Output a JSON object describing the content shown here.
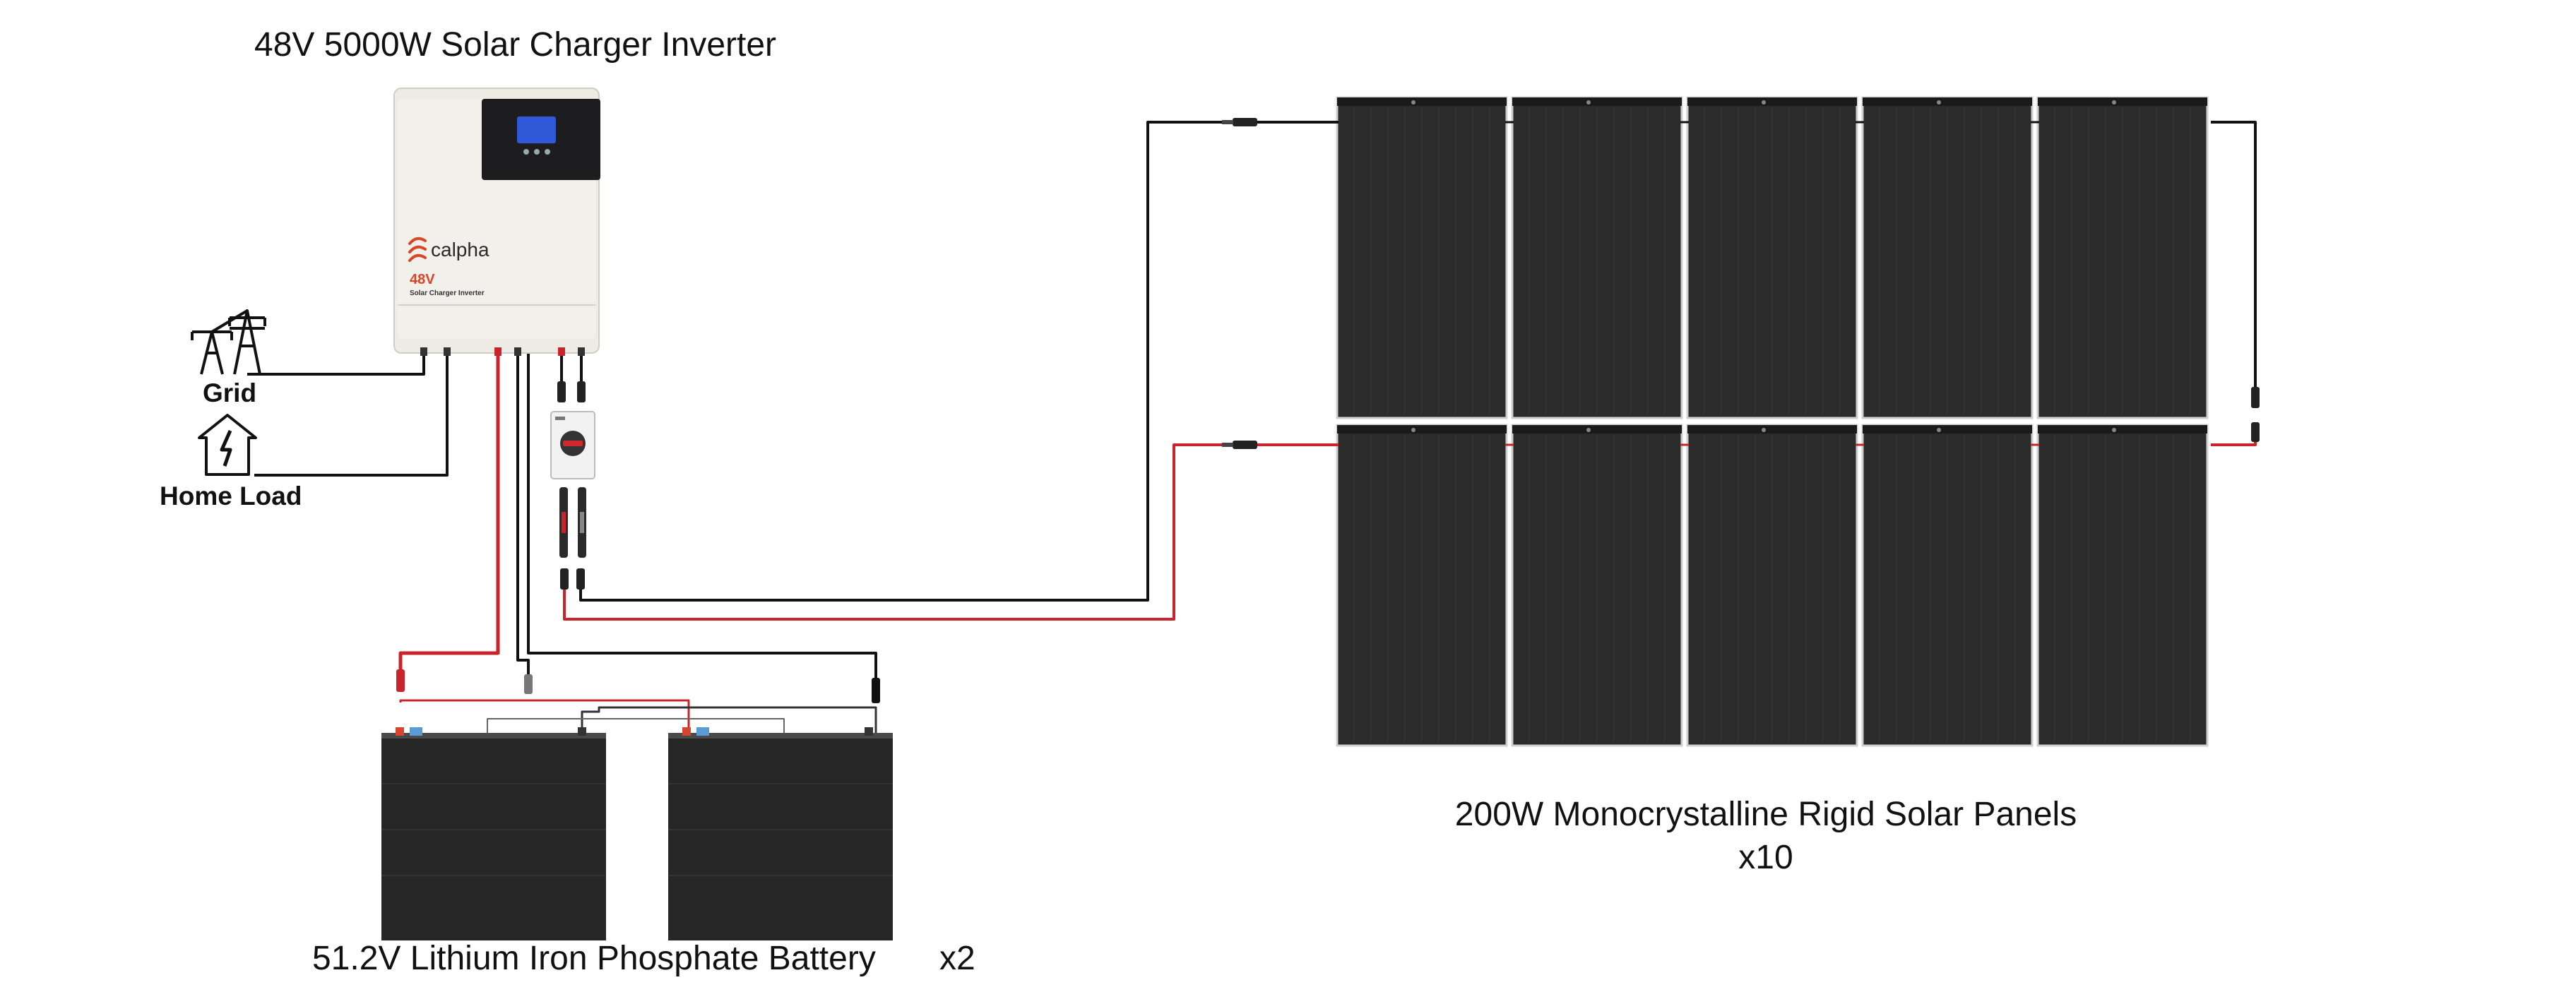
{
  "labels": {
    "inverter_title": "48V 5000W Solar Charger Inverter",
    "grid": "Grid",
    "home_load": "Home Load",
    "battery_caption": "51.2V Lithium Iron Phosphate Battery",
    "battery_qty": "x2",
    "panel_caption": "200W Monocrystalline Rigid Solar Panels",
    "panel_qty": "x10"
  },
  "inverter": {
    "brand": "calpha",
    "voltage_badge": "48V",
    "model_text": "Solar Charger Inverter"
  },
  "colors": {
    "positive_wire": "#c8242b",
    "negative_wire": "#111111",
    "panel_fill": "#2b2b2b",
    "panel_frame": "#cfcfcf",
    "battery_fill": "#262626",
    "inverter_body": "#ecebe4",
    "inverter_screen": "#1d1d1f",
    "lcd": "#2f59d6",
    "brand_accent": "#d8462a"
  },
  "icons": [
    "transmission-tower-icon",
    "house-lightning-icon",
    "dc-isolator-switch-icon",
    "mc4-connector-icon"
  ],
  "counts": {
    "panels": 10,
    "batteries": 2
  }
}
